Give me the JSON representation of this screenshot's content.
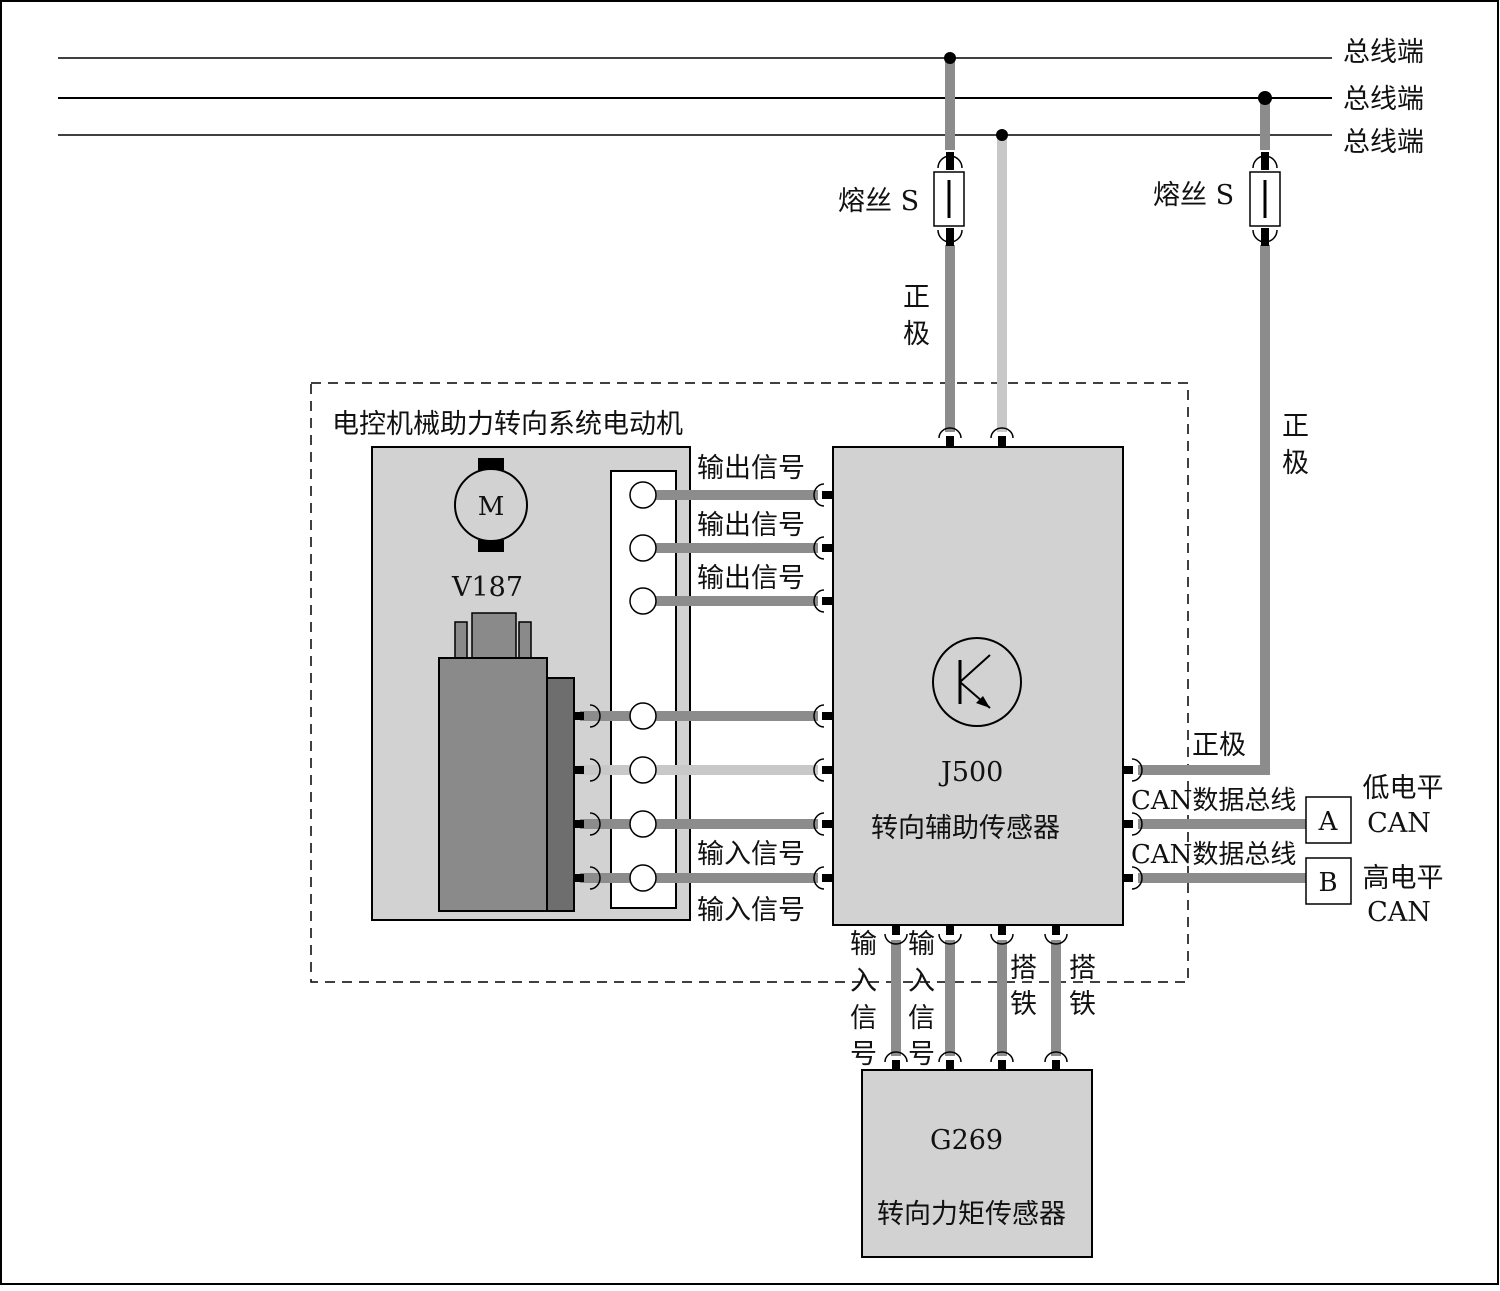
{
  "bus": {
    "line1_label": "总线端",
    "line2_label": "总线端",
    "line3_label": "总线端"
  },
  "fuse_left_label": "熔丝 S",
  "fuse_right_label": "熔丝 S",
  "positive_left": [
    "正",
    "极"
  ],
  "positive_right": [
    "正",
    "极"
  ],
  "positive_side_label": "正极",
  "motor_system": {
    "title": "电控机械助力转向系统电动机",
    "motor_symbol": "M",
    "motor_id": "V187"
  },
  "signal_labels": {
    "out1": "输出信号",
    "out2": "输出信号",
    "out3": "输出信号",
    "in1": "输入信号",
    "in2": "输入信号"
  },
  "j500": {
    "id": "J500",
    "name": "转向辅助传感器"
  },
  "can": {
    "bus_a_label": "CAN数据总线",
    "bus_b_label": "CAN数据总线",
    "box_a": "A",
    "box_b": "B",
    "low_level": [
      "低电平",
      "CAN"
    ],
    "high_level": [
      "高电平",
      "CAN"
    ]
  },
  "bottom_wires": {
    "input1": [
      "输",
      "入",
      "信",
      "号"
    ],
    "input2": [
      "输",
      "入",
      "信",
      "号"
    ],
    "ground1": [
      "搭",
      "铁"
    ],
    "ground2": [
      "搭",
      "铁"
    ]
  },
  "g269": {
    "id": "G269",
    "name": "转向力矩传感器"
  },
  "colors": {
    "wire_dark": "#8c8c8c",
    "wire_light": "#c8c8c8",
    "box_fill": "#d2d2d2",
    "connector_dark": "#8a8a8a",
    "connector_darker": "#6e6e6e"
  }
}
